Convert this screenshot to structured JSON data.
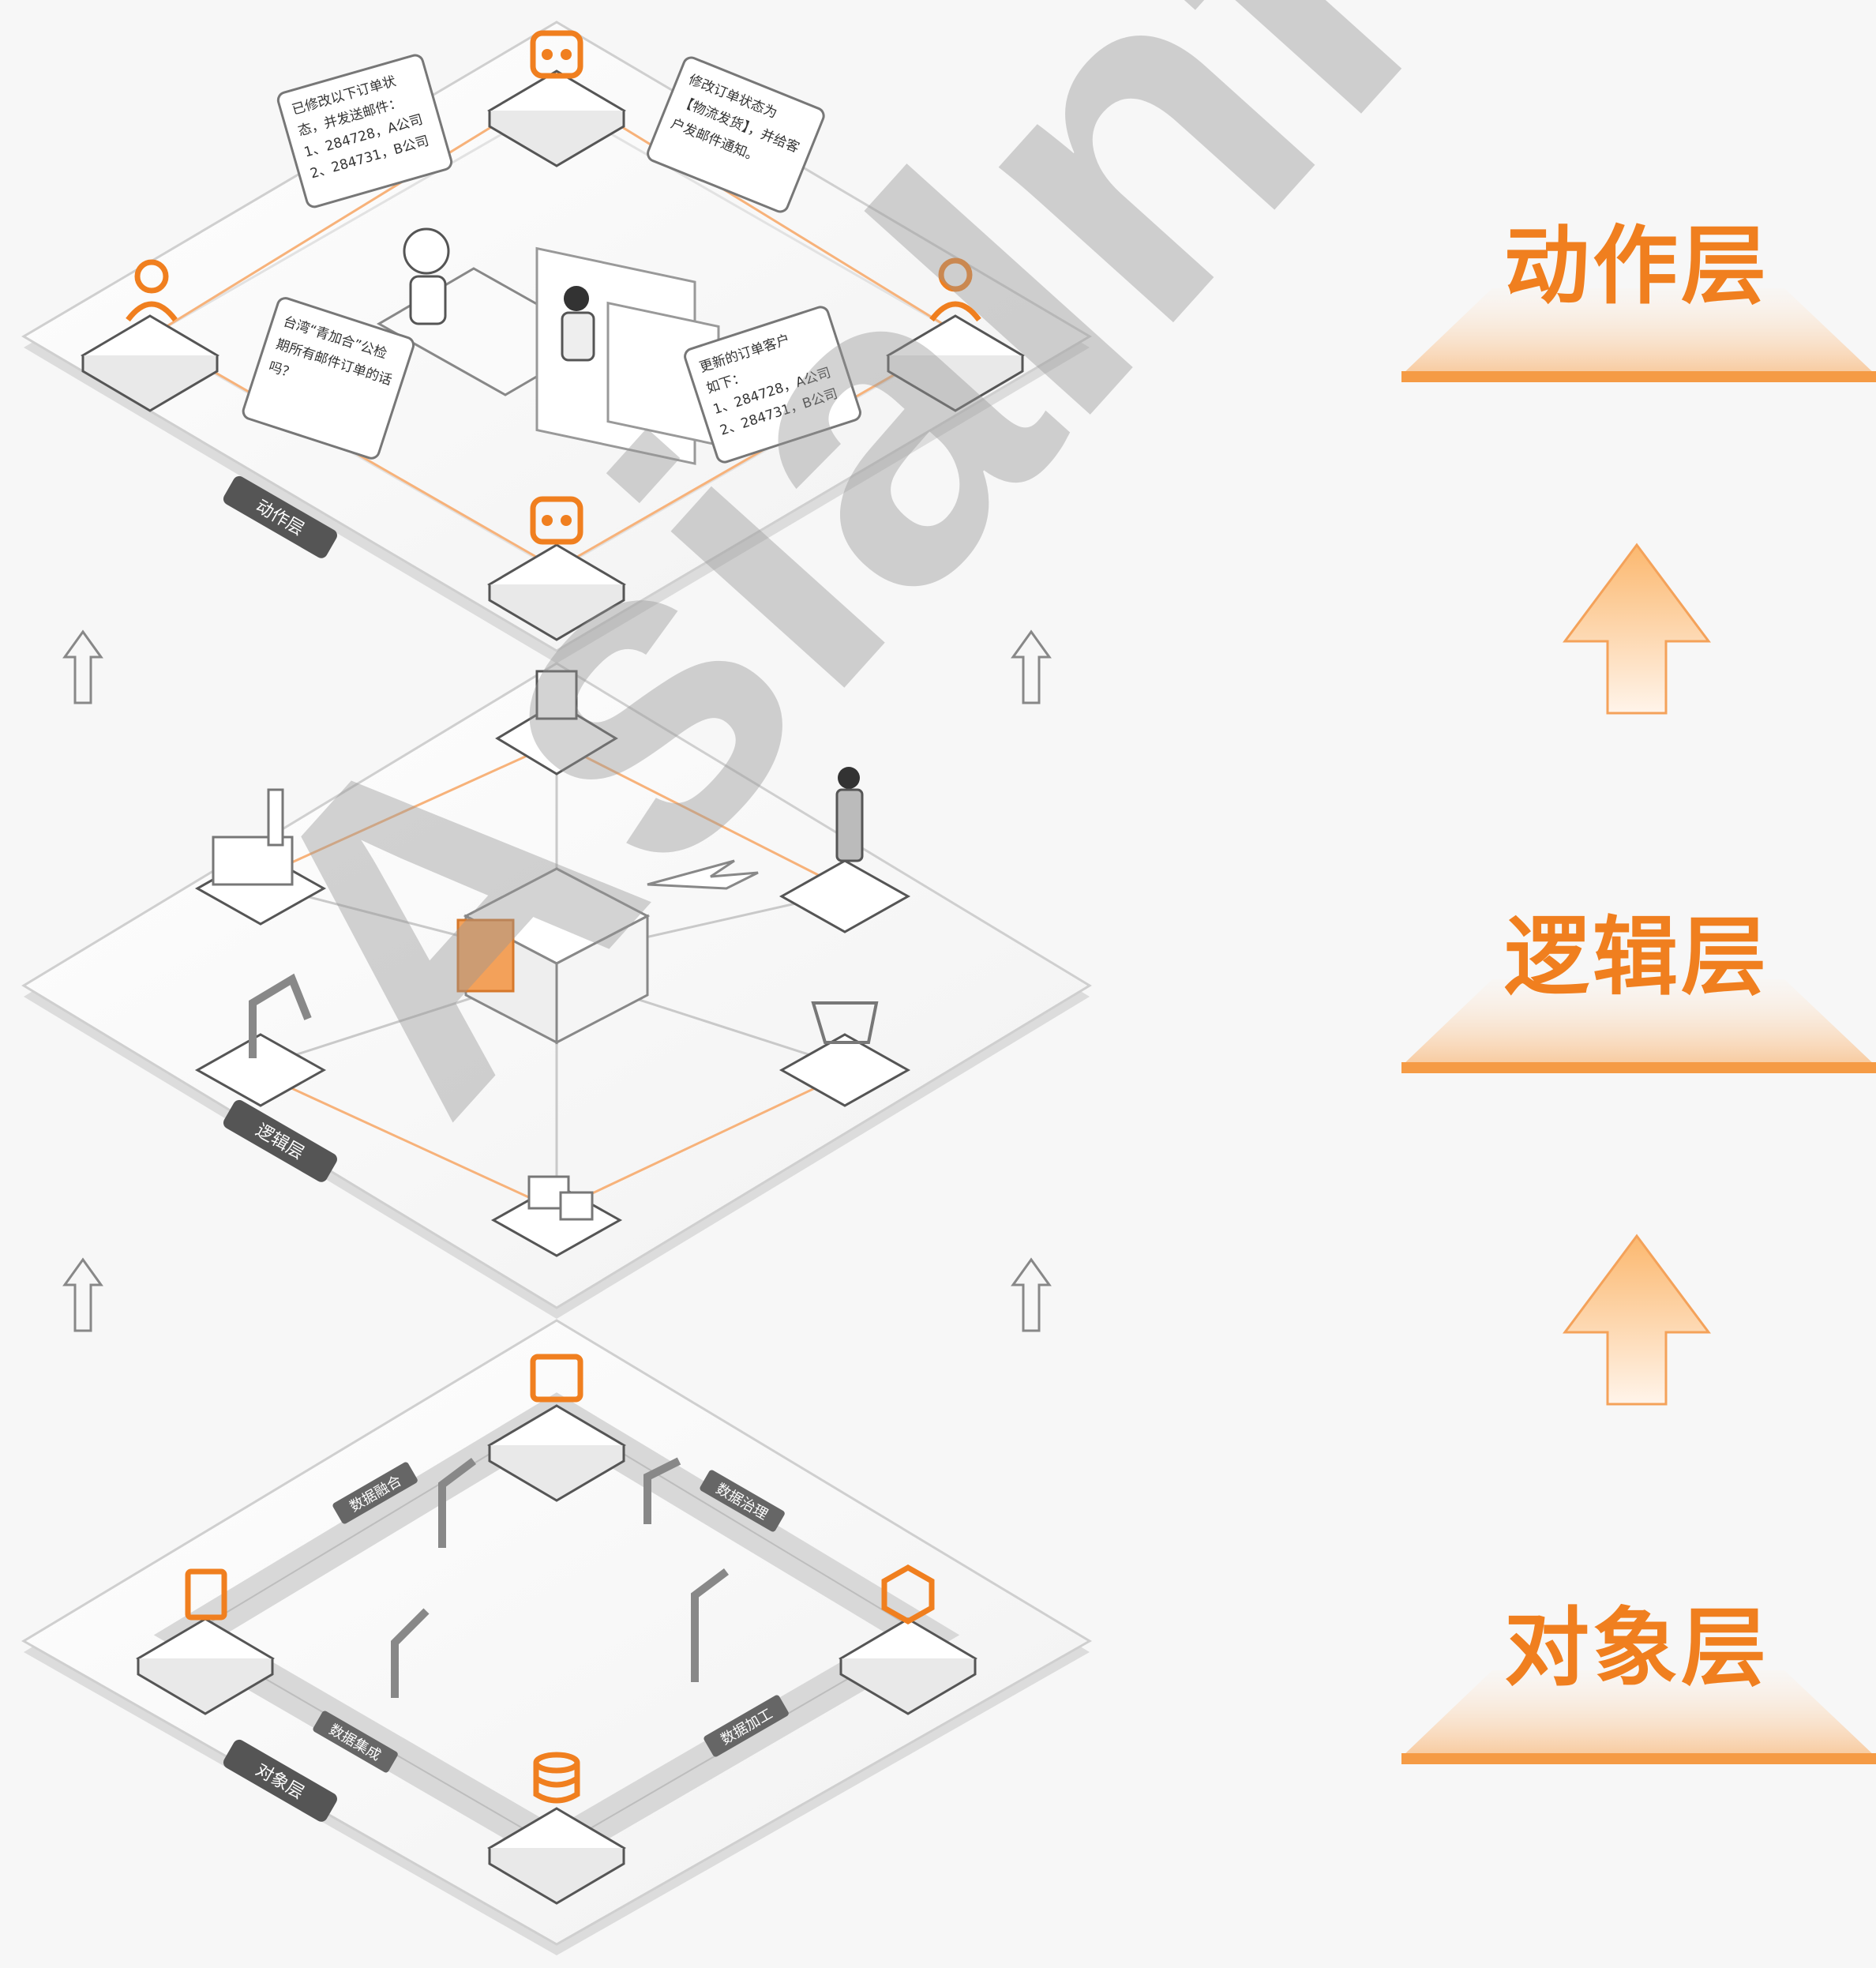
{
  "layers": {
    "action": {
      "label": "动作层",
      "tag": "动作层"
    },
    "logic": {
      "label": "逻辑层",
      "tag": "逻辑层"
    },
    "object": {
      "label": "对象层",
      "tag": "对象层"
    }
  },
  "action_cards": [
    {
      "lines": [
        "已修改以下订单状",
        "态，并发送邮件：",
        "1、284728，A公司",
        "2、284731，B公司"
      ]
    },
    {
      "lines": [
        "修改订单状态为",
        "【物流发货】，并给客",
        "户发邮件通知。"
      ]
    },
    {
      "lines": [
        "台湾“青加合”公检",
        "期所有邮件订单的话",
        "吗？"
      ]
    },
    {
      "lines": [
        "更新的订单客户",
        "如下：",
        "1、284728，A公司",
        "2、284731，B公司"
      ]
    }
  ],
  "object_tags": [
    "数据融合",
    "数据治理",
    "数据集成",
    "数据加工"
  ],
  "watermark": "AsiaInfo",
  "colors": {
    "accent": "#f07f1f",
    "line": "#c9c9c9",
    "panel": "#ffffff"
  },
  "icons": [
    "robot-icon",
    "person-icon",
    "api-icon",
    "database-icon",
    "cube-icon",
    "document-icon",
    "arrow-up-icon"
  ]
}
